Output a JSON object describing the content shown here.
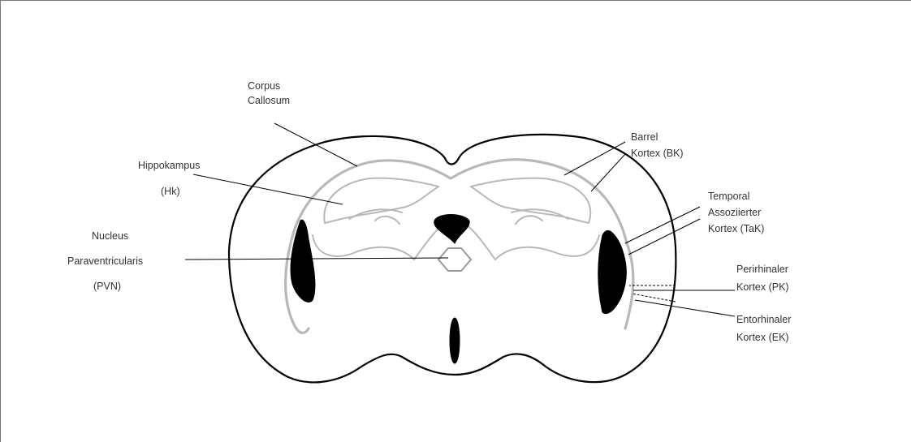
{
  "labels": {
    "corpus_callosum": [
      "Corpus",
      "Callosum"
    ],
    "hippokampus": [
      "Hippokampus",
      "(Hk)"
    ],
    "pvn": [
      "Nucleus",
      "Paraventricularis",
      "(PVN)"
    ],
    "barrel": [
      "Barrel",
      "Kortex (BK)"
    ],
    "temporal": [
      "Temporal",
      "Assoziierter",
      "Kortex (TaK)"
    ],
    "perirhinal": [
      "Perirhinaler",
      "Kortex (PK)"
    ],
    "entorhinal": [
      "Entorhinaler",
      "Kortex (EK)"
    ]
  },
  "colors": {
    "outline": "#000000",
    "white_matter": "#b8b8b8",
    "lesion": "#000000",
    "text": "#333333"
  }
}
